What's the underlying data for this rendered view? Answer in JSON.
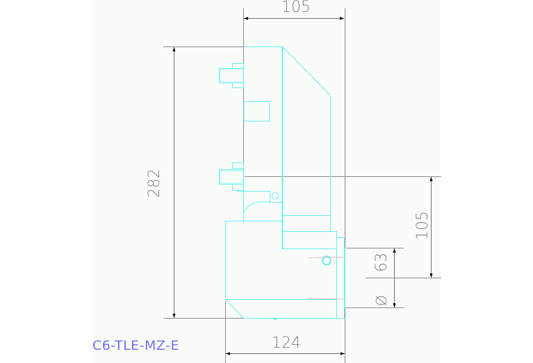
{
  "drawing": {
    "part_label": "C6-TLE-MZ-E",
    "colors": {
      "outline": "#66f0f0",
      "dimension": "#808080",
      "center_line": "#f08080",
      "label": "#7070f0",
      "background": "#f9fcf9"
    },
    "dimensions": {
      "top_width": "105",
      "overall_height": "282",
      "right_height": "105",
      "bore_height": "63",
      "diameter_symbol": "Ø",
      "bottom_width": "124"
    }
  }
}
